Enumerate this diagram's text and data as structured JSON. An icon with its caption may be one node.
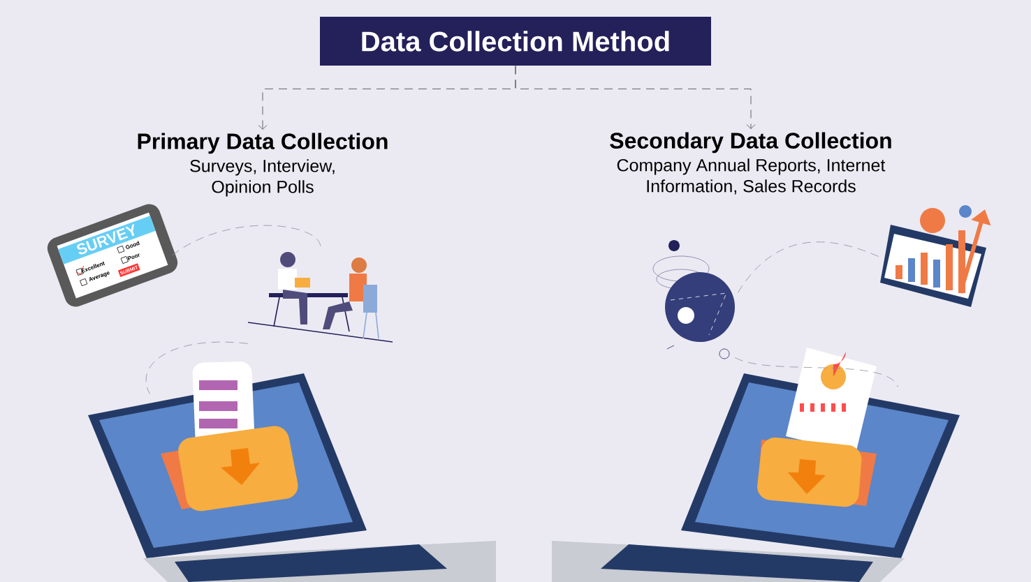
{
  "diagram": {
    "nodes": [
      {
        "text": [
          "Data Collection Method"
        ]
      },
      {
        "text": [
          "Primary Data Collection",
          "Surveys, Interview, Opinion Polls"
        ]
      },
      {
        "text": [
          "Secondary Data Collection",
          "Company Annual Reports, Internet Information, Sales Records"
        ]
      },
      {
        "text": [],
        "shape": "picture"
      },
      {
        "text": [],
        "shape": "picture"
      },
      {
        "text": [],
        "shape": "picture"
      },
      {
        "text": [],
        "shape": "picture"
      },
      {
        "text": [],
        "shape": "picture"
      },
      {
        "text": [],
        "shape": "picture"
      }
    ],
    "edges": [
      {
        "from": 0,
        "to": 1,
        "arrow": "to",
        "style": "dashed"
      },
      {
        "from": 0,
        "to": 2,
        "arrow": "to",
        "style": "dashed"
      },
      {
        "from": 3,
        "to": 4,
        "arrow": "none",
        "style": "dashed",
        "color": "#8c8c9a"
      },
      {
        "from": 4,
        "to": 5,
        "arrow": "none",
        "style": "dashed",
        "color": "#8c8c9a"
      },
      {
        "from": 7,
        "to": 6,
        "arrow": "none",
        "style": "dashed",
        "color": "#8c8c9a"
      },
      {
        "from": 6,
        "to": 8,
        "arrow": "none",
        "style": "dashed",
        "color": "#8c8c9a"
      }
    ],
    "labels": [
      "SURVEY",
      "Excellent",
      "Good",
      "Average",
      "Poor",
      "SUBMIT"
    ]
  }
}
